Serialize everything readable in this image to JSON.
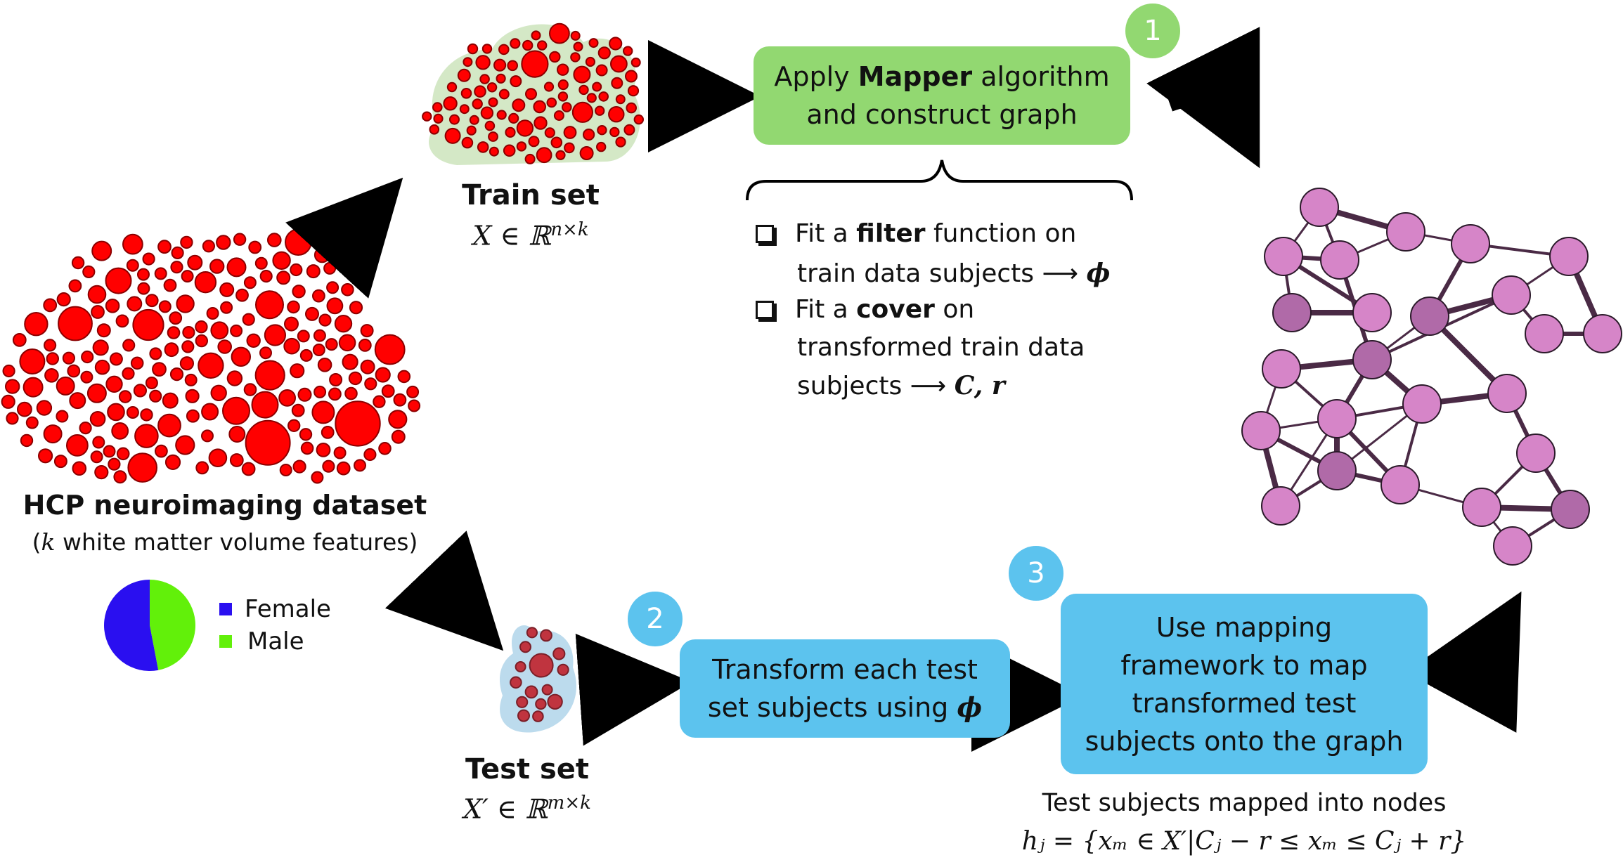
{
  "dataset": {
    "title": "HCP neuroimaging dataset",
    "subtitle_var": "k",
    "subtitle_rest": " white matter volume features)",
    "subtitle_open": "("
  },
  "legend": {
    "items": [
      {
        "label": "Female",
        "color": "#2a0ff0"
      },
      {
        "label": "Male",
        "color": "#62f00a"
      }
    ]
  },
  "pie_data": {
    "type": "pie",
    "slices": [
      {
        "label": "Female",
        "value": 53,
        "color": "#2a0ff0"
      },
      {
        "label": "Male",
        "value": 47,
        "color": "#62f00a"
      }
    ]
  },
  "train_set": {
    "title": "Train set",
    "formula": "X ∈ ℝ",
    "exponent": "n×k"
  },
  "test_set": {
    "title": "Test set",
    "formula": "X′ ∈ ℝ",
    "exponent": "m×k"
  },
  "step1": {
    "badge": "1",
    "line1_pre": "Apply ",
    "line1_bold": "Mapper",
    "line1_post": " algorithm",
    "line2": "and construct graph",
    "items": [
      {
        "pre": "Fit a ",
        "bold": "filter",
        "post": " function on",
        "line2": "train data subjects ⟶ ",
        "sym": "ϕ"
      },
      {
        "pre": "Fit a ",
        "bold": "cover",
        "post": " on",
        "line2": "transformed train data",
        "line3": "subjects ⟶ ",
        "sym": "C, r"
      }
    ]
  },
  "step2": {
    "badge": "2",
    "line1": "Transform each test",
    "line2": "set subjects using ",
    "sym": "ϕ"
  },
  "step3": {
    "badge": "3",
    "lines": [
      "Use mapping",
      "framework to map",
      "transformed test",
      "subjects onto the graph"
    ]
  },
  "mapped": {
    "caption": "Test subjects mapped into nodes",
    "formula": "hⱼ = {xₘ ∈ X′|Cⱼ − r ≤ xₘ ≤ Cⱼ + r}"
  },
  "colors": {
    "green": "#92d871",
    "blue": "#5cc3ee",
    "node_light": "#d685c8",
    "node_dark": "#b06aa8",
    "edge": "#4a2a45",
    "red": "#ff0000",
    "dark_red": "#c0343f"
  }
}
